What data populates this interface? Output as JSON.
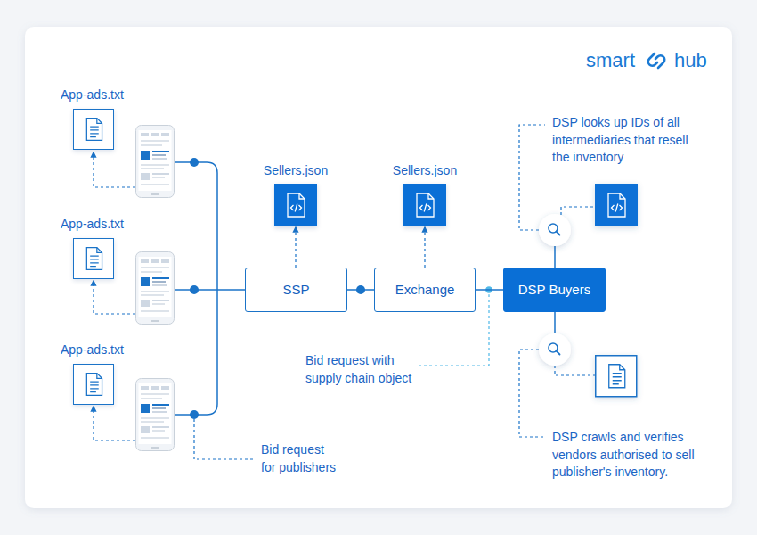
{
  "diagram": {
    "nodes": [
      {
        "text": [
          "App-ads.txt"
        ]
      },
      {
        "text": [
          "App-ads.txt"
        ]
      },
      {
        "text": [
          "App-ads.txt"
        ]
      },
      {
        "text": [
          "Sellers.json"
        ]
      },
      {
        "text": [
          "Sellers.json"
        ]
      },
      {
        "text": [
          "SSP"
        ]
      },
      {
        "text": [
          "Exchange"
        ]
      },
      {
        "text": [
          "DSP Buyers"
        ]
      }
    ],
    "edges": [
      {
        "from": 5,
        "to": 3,
        "arrow": "to"
      },
      {
        "from": 6,
        "to": 4,
        "arrow": "to"
      },
      {
        "from": 5,
        "to": 6,
        "arrow": "none"
      },
      {
        "from": 6,
        "to": 7,
        "arrow": "none"
      }
    ],
    "labels": [
      "smart",
      "hub",
      "DSP looks up IDs of all intermediaries that resell the inventory",
      "Bid request with supply chain object",
      "DSP crawls and verifies vendors authorised to sell publisher's inventory.",
      "Bid request for publishers"
    ]
  }
}
